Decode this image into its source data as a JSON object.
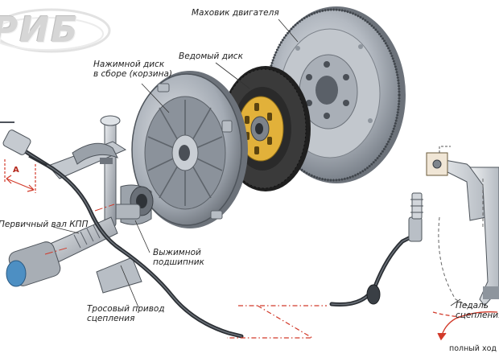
{
  "logo": {
    "text": "РИБ"
  },
  "labels": {
    "flywheel": "Маховик двигателя",
    "driven_disc": "Ведомый диск",
    "pressure_plate": [
      "Нажимной диск",
      "в сборе (корзина)"
    ],
    "gearbox_shaft": "Первичный вал КПП",
    "release_bearing": [
      "Выжимной",
      "подшипник"
    ],
    "cable_drive": [
      "Тросовый привод",
      "сцепления"
    ],
    "pedal": [
      "Педаль",
      "сцепления"
    ],
    "full_travel": "полный ход",
    "dimension_a": "A"
  },
  "colors": {
    "metal_light": "#c9cdd3",
    "metal_mid": "#9aa1aa",
    "metal_dark": "#5d636b",
    "friction_dark": "#2b2b2b",
    "hub_yellow": "#e2b13a",
    "dash_red": "#d23a2a",
    "shaft_blue": "#4d8fc3"
  }
}
